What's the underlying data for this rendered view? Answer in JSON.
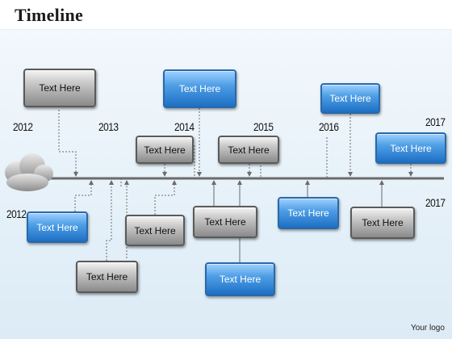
{
  "title": "Timeline",
  "logo": "Your logo",
  "box_label": "Text Here",
  "years": [
    "2012",
    "2013",
    "2014",
    "2015",
    "2016",
    "2017",
    "2012",
    "2017"
  ],
  "boxes": [
    {
      "text": "Text Here",
      "style": "gray"
    },
    {
      "text": "Text Here",
      "style": "blue"
    },
    {
      "text": "Text Here",
      "style": "gray"
    },
    {
      "text": "Text Here",
      "style": "gray"
    },
    {
      "text": "Text Here",
      "style": "blue"
    },
    {
      "text": "Text Here",
      "style": "blue"
    },
    {
      "text": "Text Here",
      "style": "blue"
    },
    {
      "text": "Text Here",
      "style": "gray"
    },
    {
      "text": "Text Here",
      "style": "gray"
    },
    {
      "text": "Text Here",
      "style": "gray"
    },
    {
      "text": "Text Here",
      "style": "blue"
    },
    {
      "text": "Text Here",
      "style": "blue"
    },
    {
      "text": "Text Here",
      "style": "gray"
    }
  ],
  "colors": {
    "axis": "#6b6b6b",
    "connector": "#6b6b6b",
    "cloud": "#9a9a9a"
  },
  "icons": [
    "cloud-icon",
    "arrow-icon"
  ]
}
